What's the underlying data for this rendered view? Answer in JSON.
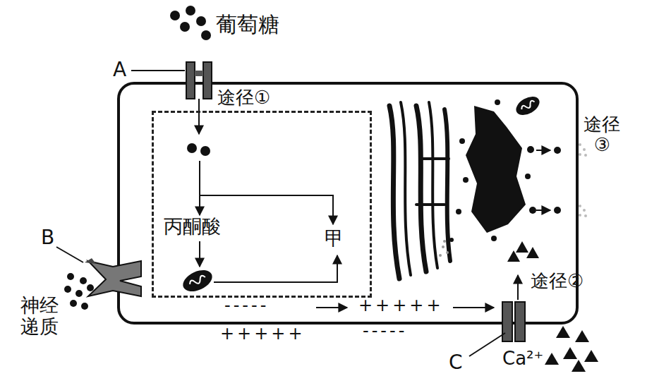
{
  "diagram": {
    "nodes": [
      {
        "text": [
          "丙酮酸",
          "甲"
        ]
      }
    ],
    "labels": [
      "葡萄糖",
      "A",
      "途径①",
      "途径 ③",
      "B",
      "神经递质",
      "途径②",
      "-----",
      "+++++",
      "+++++",
      "-----",
      "C",
      "Ca²⁺"
    ]
  }
}
